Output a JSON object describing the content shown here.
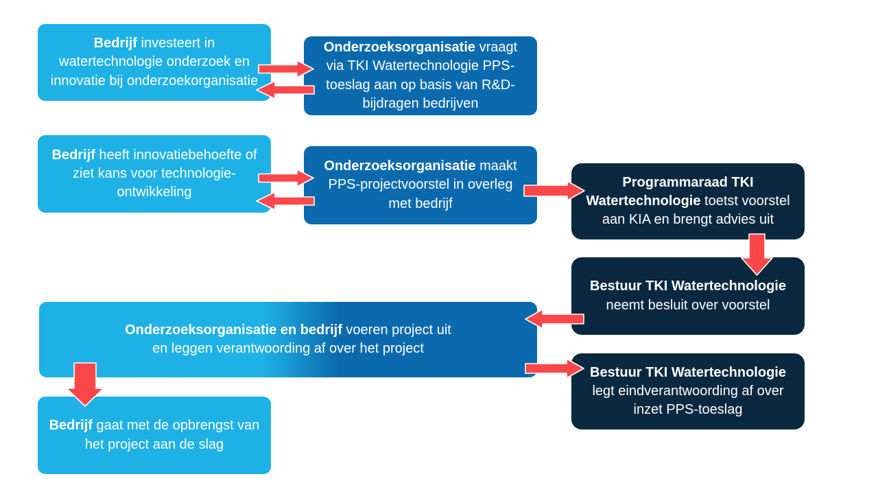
{
  "colors": {
    "background": "#FFFFFF",
    "light_blue": "#1EB1E6",
    "mid_blue": "#0B6AAD",
    "navy": "#0A2940",
    "arrow_red": "#FB4749",
    "arrow_outline": "#FFFFFF",
    "text": "#FFFFFF"
  },
  "boxes": {
    "bedrijf_investeert": {
      "segments": [
        {
          "b": true,
          "t": "Bedrijf"
        },
        {
          "b": false,
          "t": " investeert in\nwatertechnologie onderzoek en\ninnovatie bij onderzoekorganisatie"
        }
      ]
    },
    "onderzoeksorganisatie_vraagt": {
      "segments": [
        {
          "b": true,
          "t": "Onderzoeksorganisatie"
        },
        {
          "b": false,
          "t": " vraagt\nvia TKI Watertechnologie PPS-\ntoeslag aan op basis van R&D-\nbijdragen bedrijven"
        }
      ]
    },
    "bedrijf_innovatiebehoefte": {
      "segments": [
        {
          "b": true,
          "t": "Bedrijf"
        },
        {
          "b": false,
          "t": " heeft innovatiebehoefte of\nziet kans voor technologie-\nontwikkeling"
        }
      ]
    },
    "onderzoeksorganisatie_maakt": {
      "segments": [
        {
          "b": true,
          "t": "Onderzoeksorganisatie"
        },
        {
          "b": false,
          "t": " maakt\nPPS-projectvoorstel in overleg\nmet bedrijf"
        }
      ]
    },
    "programmaraad_toetst": {
      "segments": [
        {
          "b": true,
          "t": "Programmaraad TKI\nWatertechnologie"
        },
        {
          "b": false,
          "t": " toetst voorstel\naan KIA en brengt advies uit"
        }
      ]
    },
    "bestuur_besluit": {
      "segments": [
        {
          "b": true,
          "t": "Bestuur TKI Watertechnologie"
        },
        {
          "b": false,
          "t": "\nneemt besluit over voorstel"
        }
      ]
    },
    "project_uitvoering": {
      "segments": [
        {
          "b": true,
          "t": "Onderzoeksorganisatie en bedrijf"
        },
        {
          "b": false,
          "t": " voeren project uit\nen leggen verantwoording af over het project"
        }
      ]
    },
    "bestuur_eindverantwoording": {
      "segments": [
        {
          "b": true,
          "t": "Bestuur TKI Watertechnologie"
        },
        {
          "b": false,
          "t": "\nlegt eindverantwoording af over\ninzet PPS-toeslag"
        }
      ]
    },
    "bedrijf_opbrengst": {
      "segments": [
        {
          "b": true,
          "t": "Bedrijf"
        },
        {
          "b": false,
          "t": " gaat met de opbrengst van\nhet project aan de slag"
        }
      ]
    }
  }
}
